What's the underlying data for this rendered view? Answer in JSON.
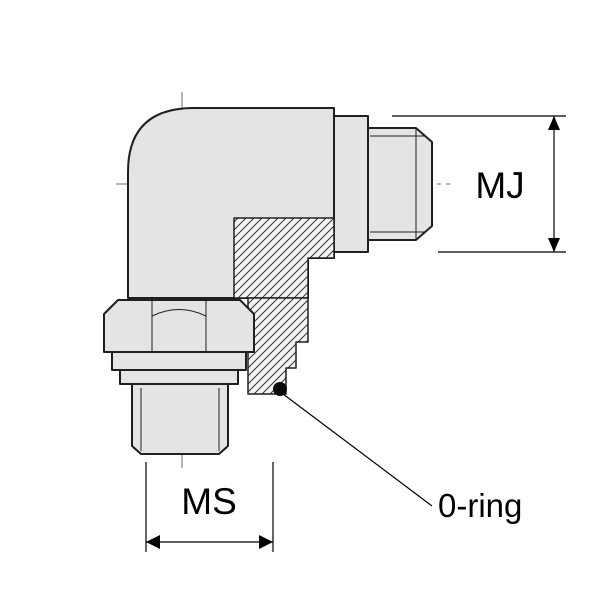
{
  "diagram": {
    "type": "technical-drawing-cross-section",
    "labels": {
      "mj": "MJ",
      "ms": "MS",
      "oring": "0-ring"
    },
    "colors": {
      "background": "#ffffff",
      "outline": "#1f1f1f",
      "metal_fill": "#e4e4e4",
      "hatch_line": "#3a3a3a",
      "oring_fill": "#0a0a0a",
      "dimension": "#000000"
    }
  }
}
